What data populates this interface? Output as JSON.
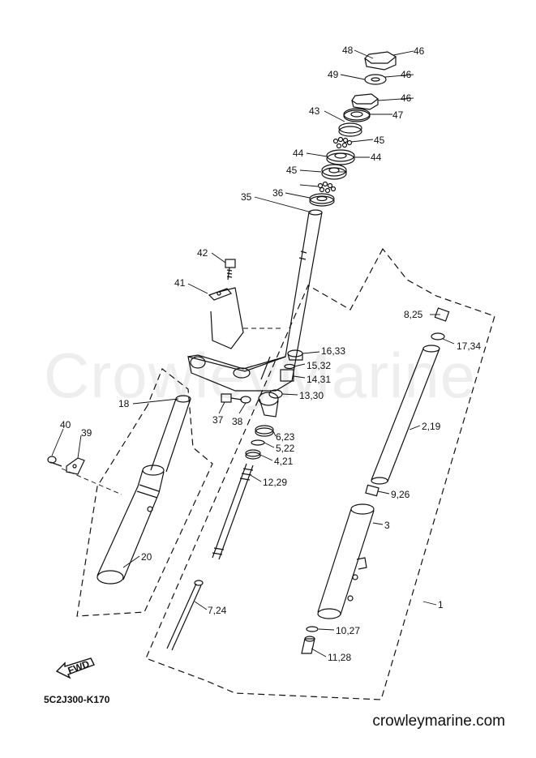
{
  "watermark": "CrowleyMarine",
  "diagram_code": "5C2J300-K170",
  "website": "crowleymarine.com",
  "fwd_label": "FWD",
  "callouts": {
    "c48": "48",
    "c46a": "46",
    "c49": "49",
    "c46b": "46",
    "c46c": "46",
    "c43": "43",
    "c47": "47",
    "c45a": "45",
    "c44a": "44",
    "c44b": "44",
    "c45b": "45",
    "c36": "36",
    "c35": "35",
    "c42": "42",
    "c41": "41",
    "c825": "8,25",
    "c1734": "17,34",
    "c1633": "16,33",
    "c1532": "15,32",
    "c1431": "14,31",
    "c1330": "13,30",
    "c18": "18",
    "c37": "37",
    "c38": "38",
    "c219": "2,19",
    "c623": "6,23",
    "c522": "5,22",
    "c421": "4,21",
    "c40": "40",
    "c39": "39",
    "c1229": "12,29",
    "c926": "9,26",
    "c3": "3",
    "c20": "20",
    "c724": "7,24",
    "c1": "1",
    "c1027": "10,27",
    "c1128": "11,28"
  }
}
